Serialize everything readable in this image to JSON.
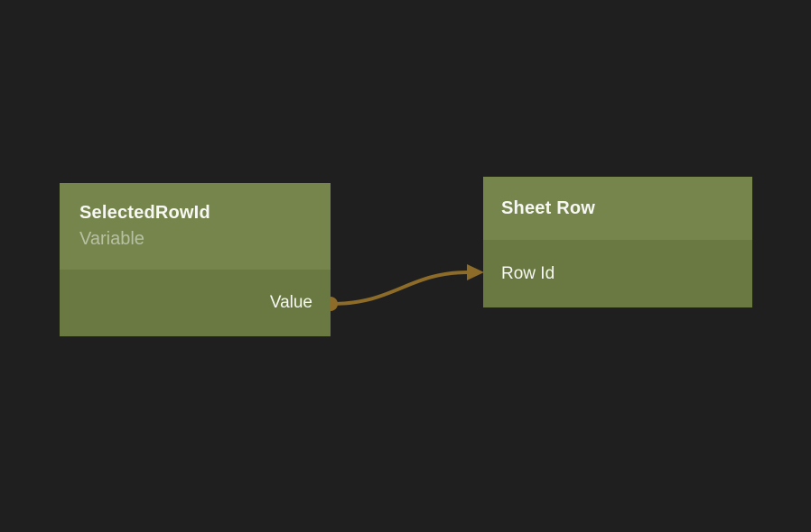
{
  "canvas": {
    "background": "#1f1f1f"
  },
  "colors": {
    "node_header": "#75854b",
    "node_body": "#697941",
    "connector": "#8d6b28",
    "title_text": "#f7f8f4",
    "subtitle_text": "#b8c0a4"
  },
  "nodes": [
    {
      "title": "SelectedRowId",
      "subtitle": "Variable",
      "inputs": [],
      "outputs": [
        {
          "label": "Value"
        }
      ]
    },
    {
      "title": "Sheet Row",
      "subtitle": "",
      "inputs": [
        {
          "label": "Row Id"
        }
      ],
      "outputs": []
    }
  ],
  "connections": [
    {
      "from_node": "SelectedRowId",
      "from_port": "Value",
      "to_node": "Sheet Row",
      "to_port": "Row Id"
    }
  ]
}
